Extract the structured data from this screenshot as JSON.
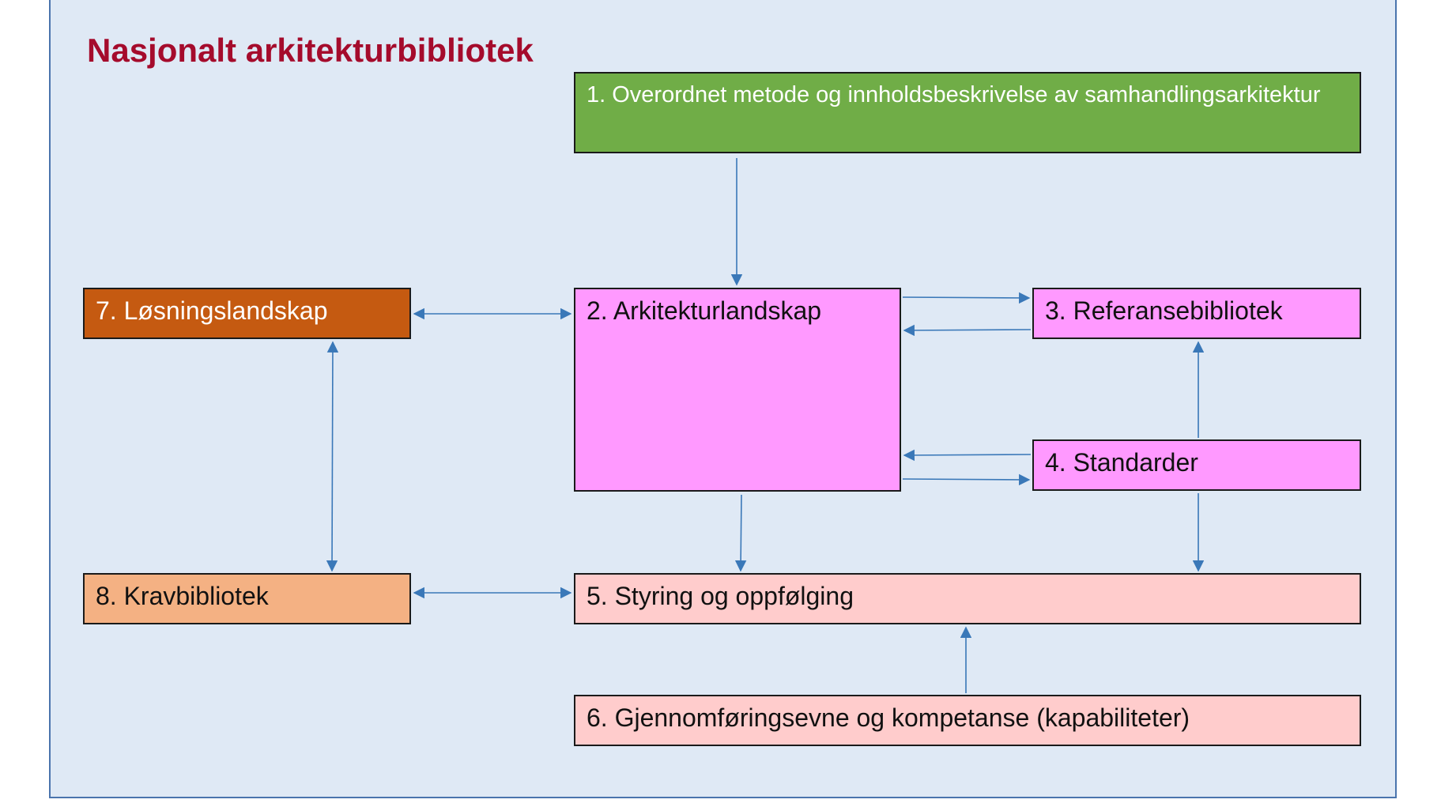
{
  "diagram": {
    "title": "Nasjonalt arkitekturbibliotek",
    "nodes": [
      {
        "id": "n1",
        "label": "1. Overordnet metode og innholdsbeskrivelse av samhandlingsarkitektur",
        "color": "#70ad47"
      },
      {
        "id": "n2",
        "label": "2. Arkitekturlandskap",
        "color": "#ff99ff"
      },
      {
        "id": "n3",
        "label": "3. Referansebibliotek",
        "color": "#ff99ff"
      },
      {
        "id": "n4",
        "label": "4. Standarder",
        "color": "#ff99ff"
      },
      {
        "id": "n5",
        "label": "5. Styring og oppfølging",
        "color": "#ffcccc"
      },
      {
        "id": "n6",
        "label": "6. Gjennomføringsevne og kompetanse (kapabiliteter)",
        "color": "#ffcccc"
      },
      {
        "id": "n7",
        "label": "7. Løsningslandskap",
        "color": "#c55a11"
      },
      {
        "id": "n8",
        "label": "8. Kravbibliotek",
        "color": "#f4b183"
      }
    ],
    "edges": [
      {
        "from": "n1",
        "to": "n2",
        "direction": "forward"
      },
      {
        "from": "n2",
        "to": "n3",
        "direction": "forward"
      },
      {
        "from": "n3",
        "to": "n2",
        "direction": "forward"
      },
      {
        "from": "n4",
        "to": "n2",
        "direction": "forward"
      },
      {
        "from": "n2",
        "to": "n4",
        "direction": "forward"
      },
      {
        "from": "n4",
        "to": "n3",
        "direction": "forward"
      },
      {
        "from": "n4",
        "to": "n5",
        "direction": "forward"
      },
      {
        "from": "n2",
        "to": "n5",
        "direction": "forward"
      },
      {
        "from": "n6",
        "to": "n5",
        "direction": "forward"
      },
      {
        "from": "n7",
        "to": "n2",
        "direction": "both"
      },
      {
        "from": "n7",
        "to": "n8",
        "direction": "both"
      },
      {
        "from": "n8",
        "to": "n5",
        "direction": "both"
      }
    ],
    "colors": {
      "frame_bg": "#dfe9f5",
      "frame_border": "#4a74ad",
      "title": "#a50b2c",
      "arrow": "#3a78b8"
    }
  }
}
